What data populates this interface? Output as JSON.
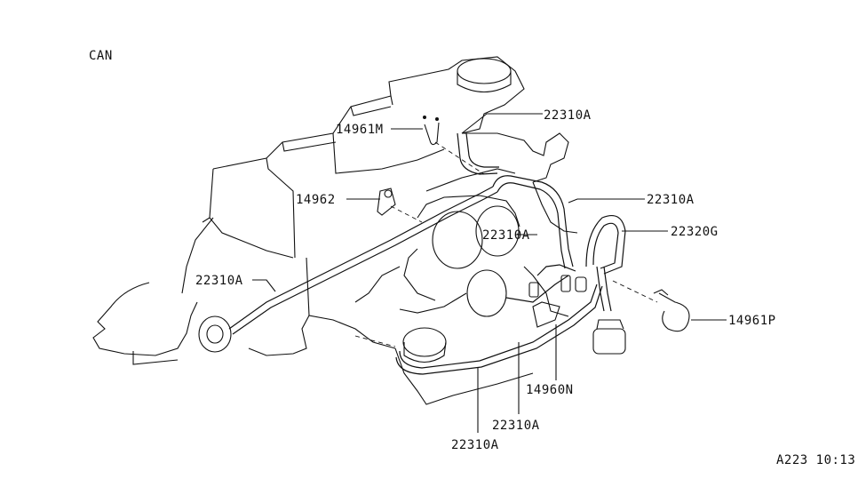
{
  "region_label": "CAN",
  "figure_code": "A223 10:13",
  "callouts": [
    {
      "id": "c1",
      "part": "14961M"
    },
    {
      "id": "c2",
      "part": "22310A"
    },
    {
      "id": "c3",
      "part": "14962"
    },
    {
      "id": "c4",
      "part": "22310A"
    },
    {
      "id": "c5",
      "part": "22310A"
    },
    {
      "id": "c6",
      "part": "22320G"
    },
    {
      "id": "c7",
      "part": "22310A"
    },
    {
      "id": "c8",
      "part": "14961P"
    },
    {
      "id": "c9",
      "part": "14960N"
    },
    {
      "id": "c10",
      "part": "22310A"
    },
    {
      "id": "c11",
      "part": "22310A"
    }
  ]
}
